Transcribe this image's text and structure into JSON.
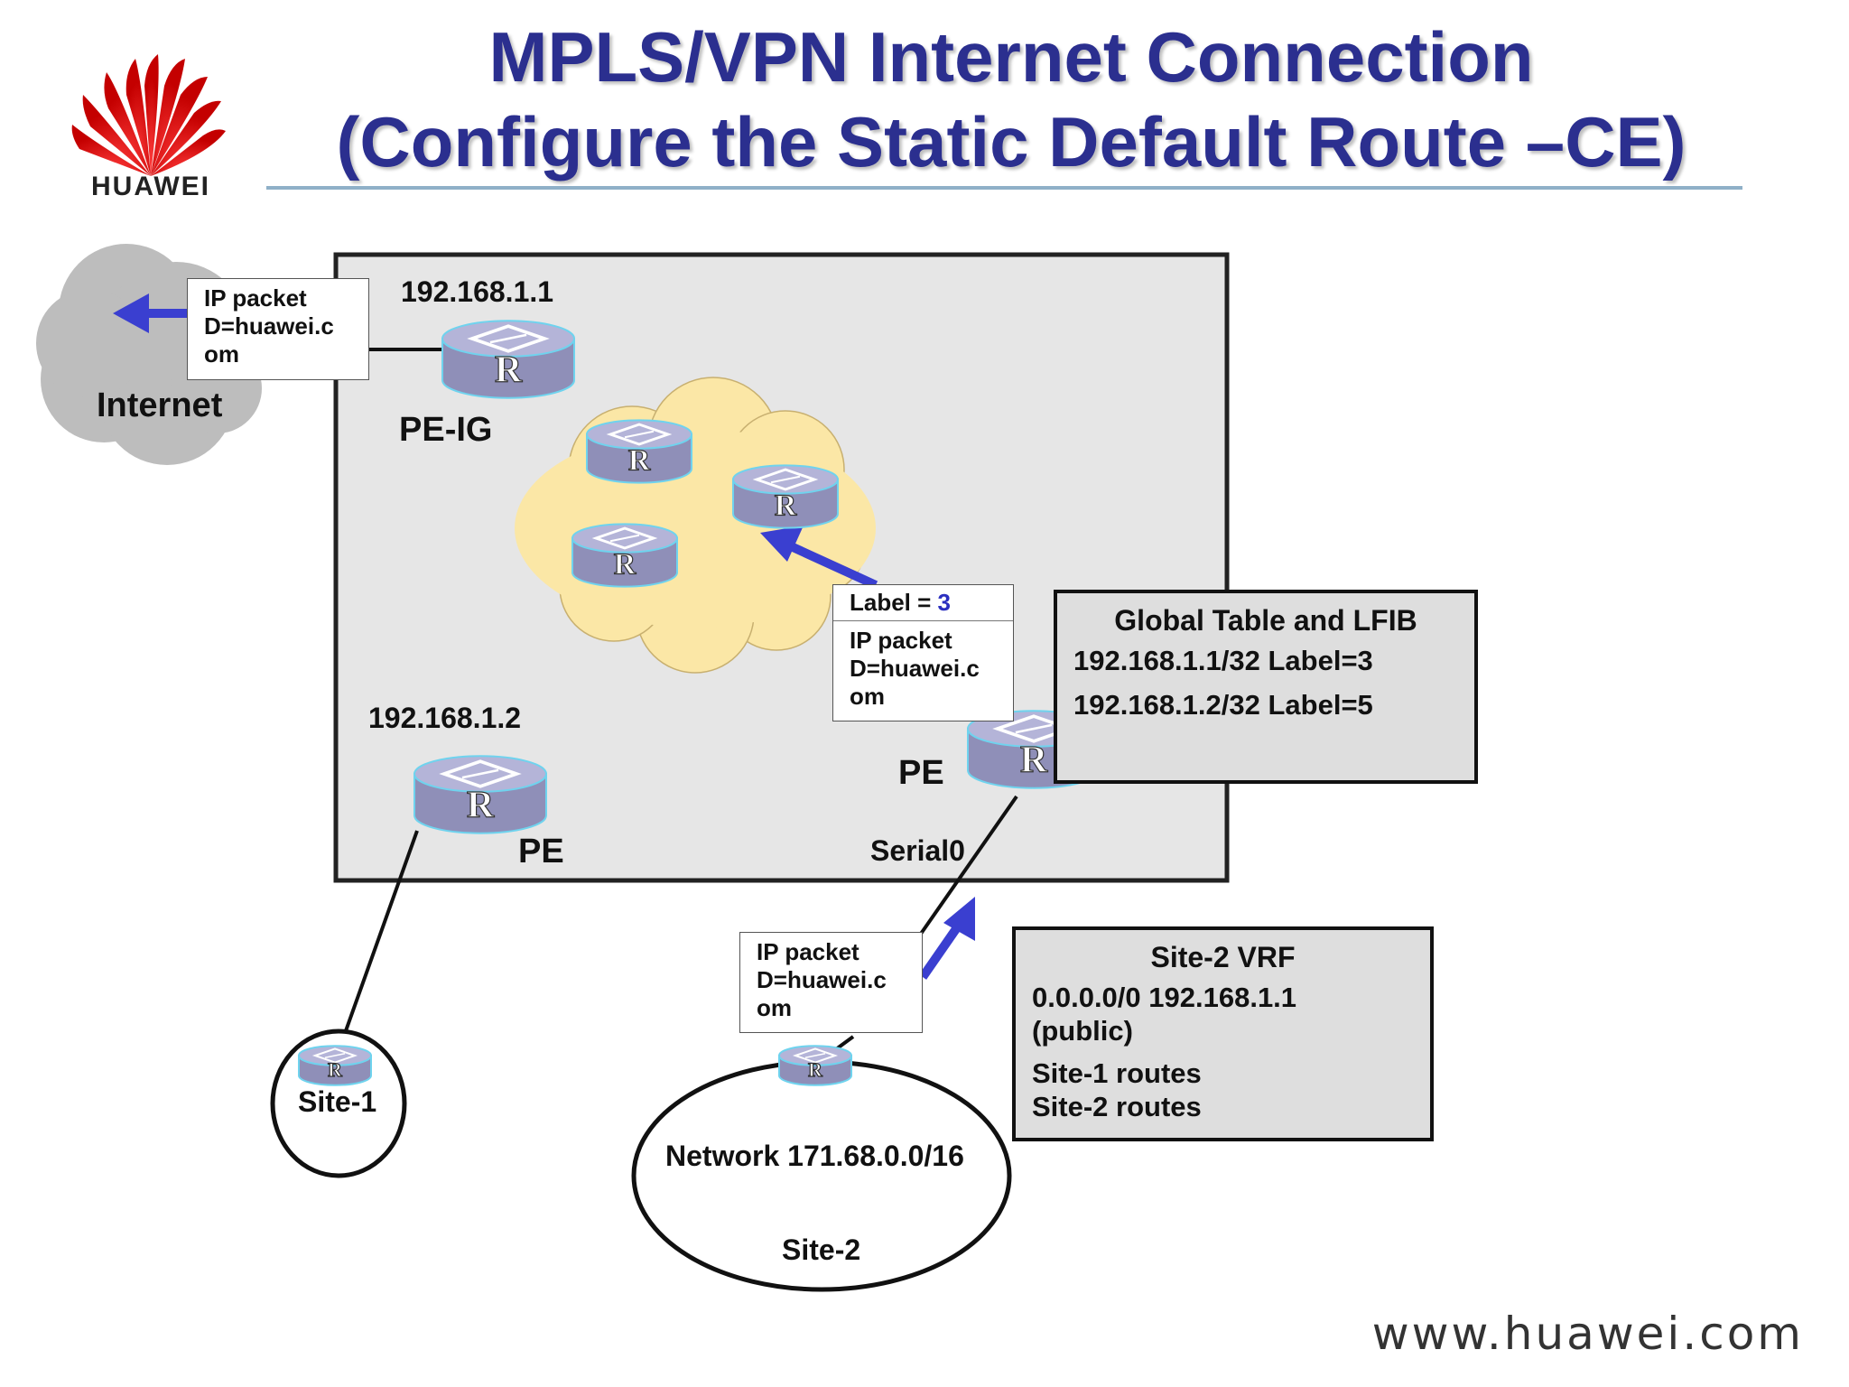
{
  "title": {
    "line1": "MPLS/VPN Internet Connection",
    "line2": "(Configure the Static Default Route –CE)"
  },
  "logo": {
    "text": "HUAWEI"
  },
  "labels": {
    "internet": "Internet",
    "pe_ig_ip": "192.168.1.1",
    "pe_ig": "PE-IG",
    "pe_left_ip": "192.168.1.2",
    "pe_left": "PE",
    "pe_right": "PE",
    "serial0": "Serial0",
    "site1": "Site-1",
    "network": "Network 171.68.0.0/16",
    "site2": "Site-2",
    "router_glyph": "R"
  },
  "packets": {
    "internet_packet": "IP packet\nD=huawei.c\nom",
    "core_packet": {
      "label_prefix": "Label = ",
      "label_value": "3",
      "text": "IP packet\nD=huawei.c\nom"
    },
    "site2_packet": "IP packet\nD=huawei.c\nom"
  },
  "global_table": {
    "title": "Global Table and LFIB",
    "rows": [
      "192.168.1.1/32 Label=3",
      "192.168.1.2/32 Label=5"
    ]
  },
  "vrf_table": {
    "title": "Site-2 VRF",
    "rows": [
      "0.0.0.0/0 192.168.1.1\n(public)",
      "Site-1 routes\nSite-2 routes"
    ]
  },
  "footer": "www.huawei.com",
  "colors": {
    "title": "#2b2f8f",
    "arrow": "#3a3fd0",
    "router_body": "#8f8fb8",
    "router_top": "#b4b4d8",
    "router_outline": "#6fd3ee",
    "cloud_gray": "#bdbdbd",
    "cloud_yellow": "#fbe7a6",
    "box_fill": "#dedede"
  }
}
